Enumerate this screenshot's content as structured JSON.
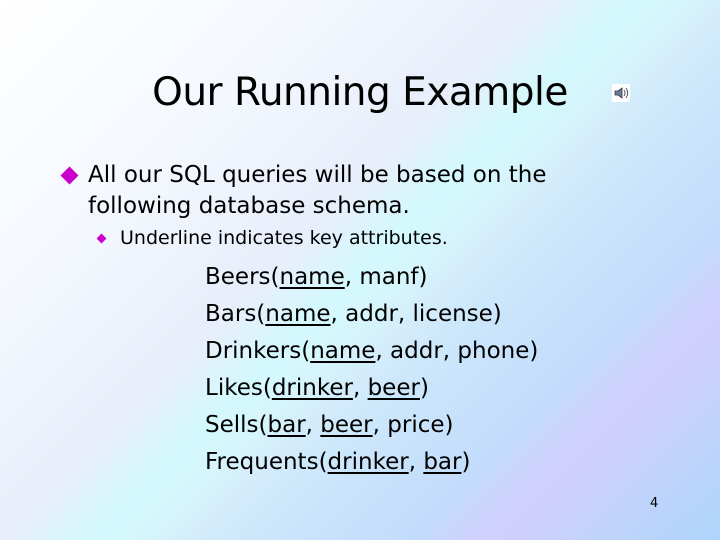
{
  "slide": {
    "title": "Our Running Example",
    "bullet": "All our SQL queries will be based on the following database schema.",
    "sub_bullet": "Underline indicates key attributes.",
    "schema": [
      [
        {
          "t": "Beers("
        },
        {
          "t": "name",
          "key": true
        },
        {
          "t": ", manf)"
        }
      ],
      [
        {
          "t": "Bars("
        },
        {
          "t": "name",
          "key": true
        },
        {
          "t": ", addr, license)"
        }
      ],
      [
        {
          "t": "Drinkers("
        },
        {
          "t": "name",
          "key": true
        },
        {
          "t": ", addr, phone)"
        }
      ],
      [
        {
          "t": "Likes("
        },
        {
          "t": "drinker",
          "key": true
        },
        {
          "t": ", "
        },
        {
          "t": "beer",
          "key": true
        },
        {
          "t": ")"
        }
      ],
      [
        {
          "t": "Sells("
        },
        {
          "t": "bar",
          "key": true
        },
        {
          "t": ", "
        },
        {
          "t": "beer",
          "key": true
        },
        {
          "t": ", price)"
        }
      ],
      [
        {
          "t": "Frequents("
        },
        {
          "t": "drinker",
          "key": true
        },
        {
          "t": ", "
        },
        {
          "t": "bar",
          "key": true
        },
        {
          "t": ")"
        }
      ]
    ],
    "page_number": "4",
    "bullet_color": "#cc00cc",
    "icon": "speaker-icon"
  }
}
